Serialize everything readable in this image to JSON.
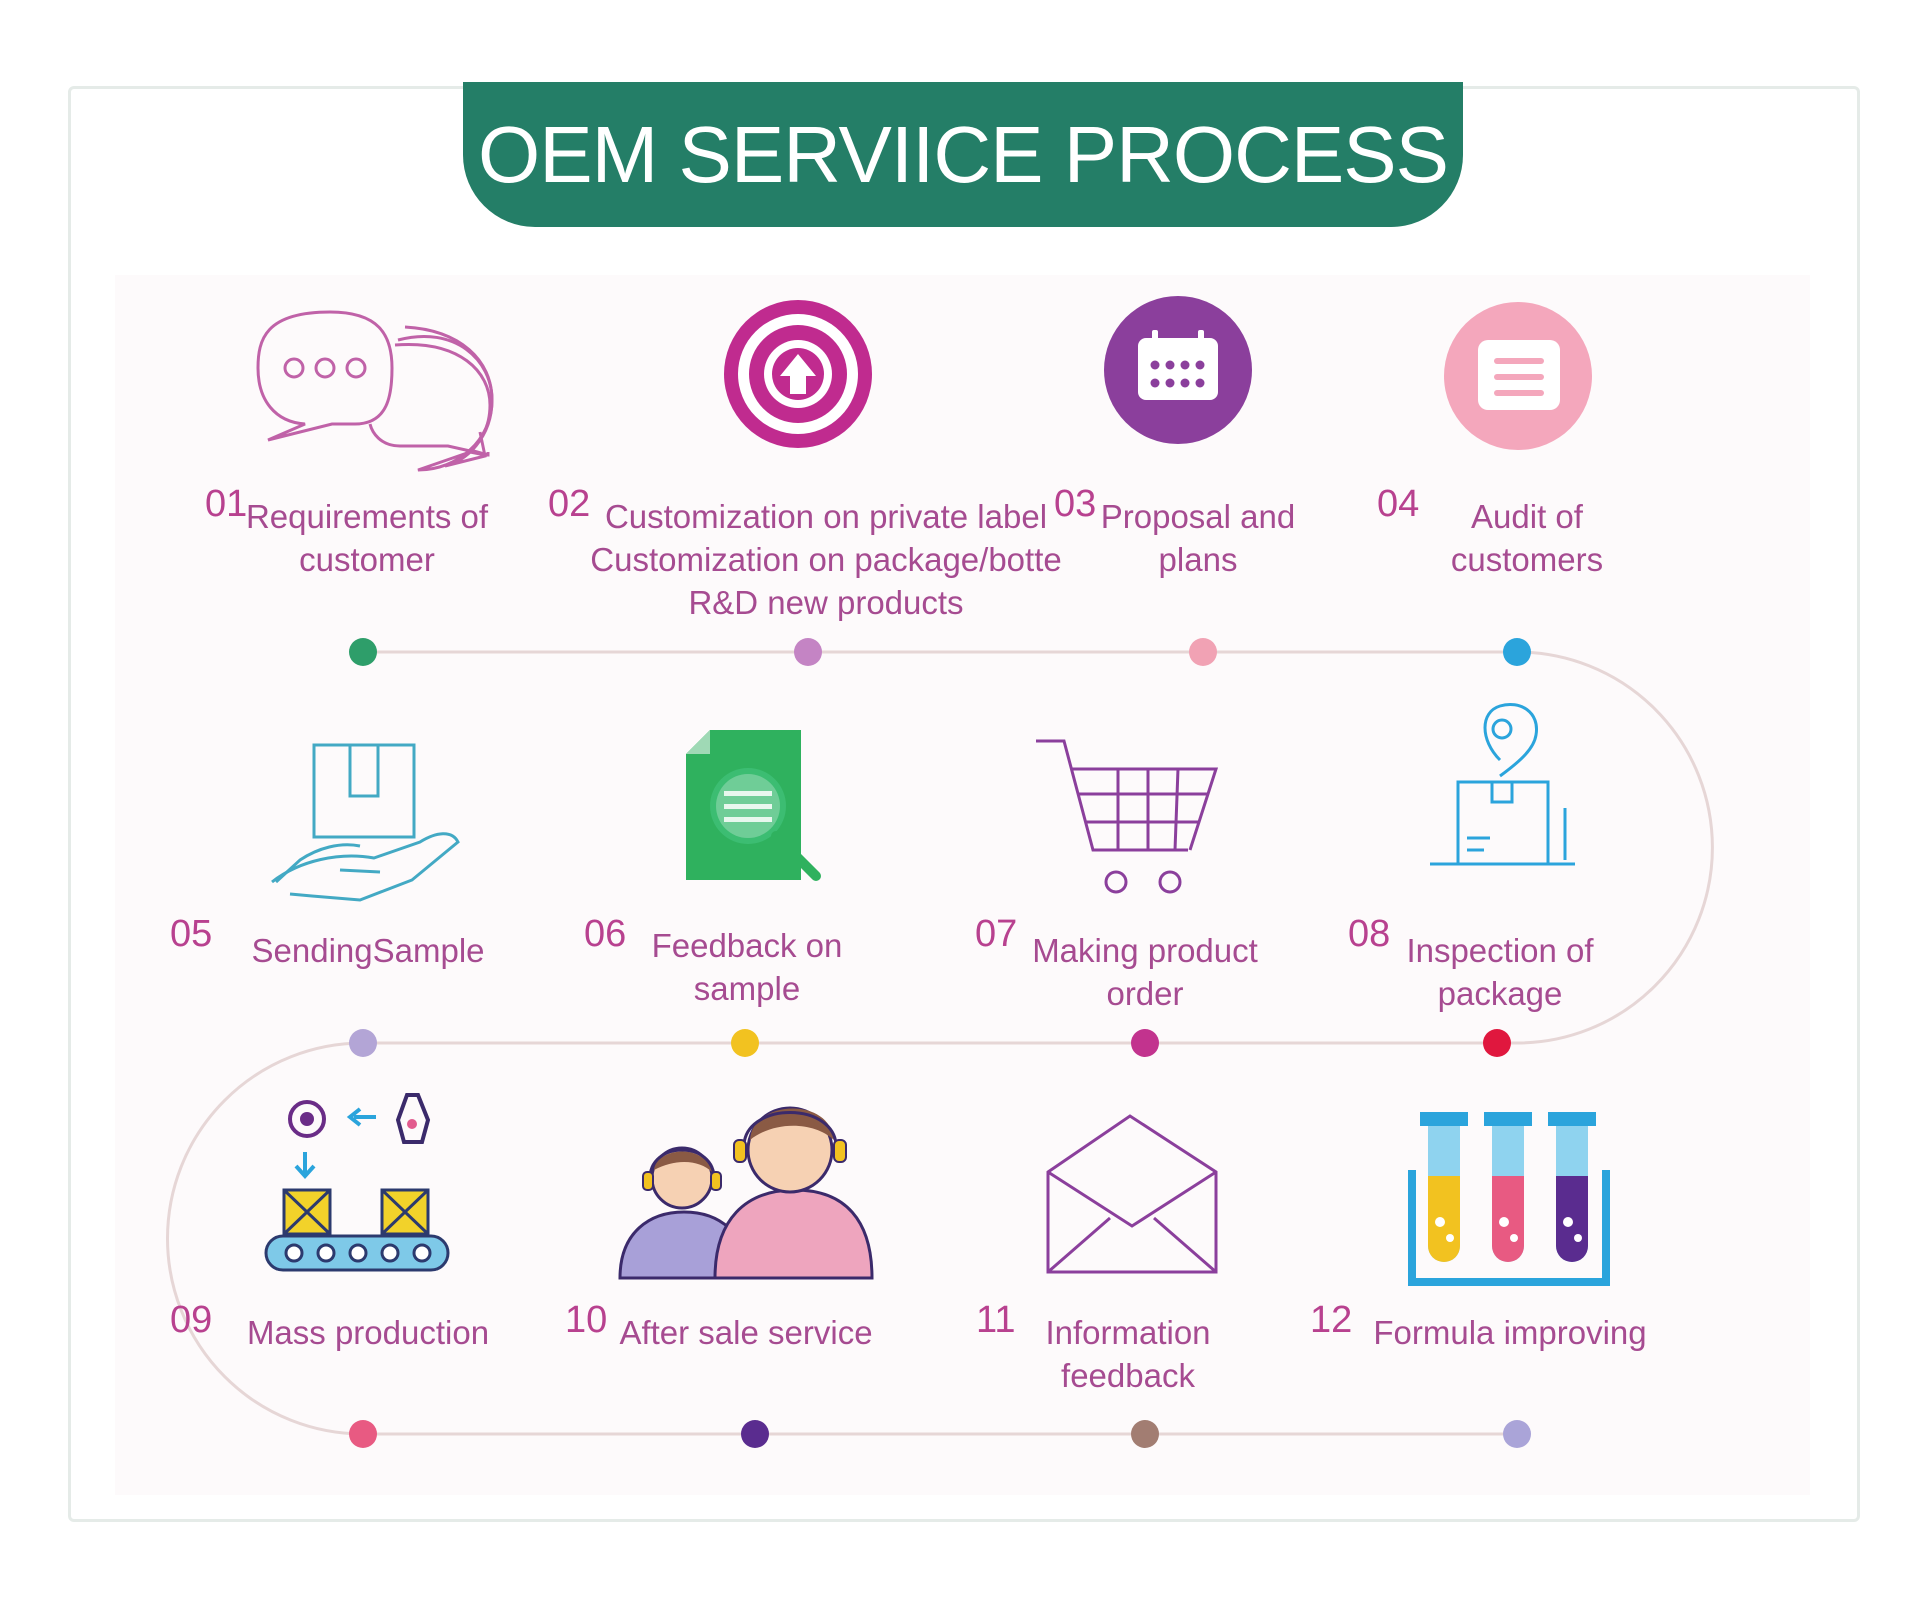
{
  "title": "OEM SERVIICE PROCESS",
  "colors": {
    "banner": "#247e67",
    "step_text": "#a64b91",
    "track": "#e6d6d6"
  },
  "steps": [
    {
      "num": "01",
      "label": [
        "Requirements of",
        "customer"
      ],
      "icon": "chat-bubbles-icon",
      "dot_color": "#2e9e6a"
    },
    {
      "num": "02",
      "label": [
        "Customization on private label",
        "Customization on package/botte",
        "R&D new products"
      ],
      "icon": "upload-arrow-icon",
      "dot_color": "#c484c4"
    },
    {
      "num": "03",
      "label": [
        "Proposal and",
        "plans"
      ],
      "icon": "calendar-icon",
      "dot_color": "#f1a2b4"
    },
    {
      "num": "04",
      "label": [
        "Audit of",
        "customers"
      ],
      "icon": "checklist-icon",
      "dot_color": "#2ba4dc"
    },
    {
      "num": "05",
      "label": [
        "SendingSample"
      ],
      "icon": "hand-package-icon",
      "dot_color": "#b3a5d6"
    },
    {
      "num": "06",
      "label": [
        "Feedback on",
        "sample"
      ],
      "icon": "document-search-icon",
      "dot_color": "#f2c220"
    },
    {
      "num": "07",
      "label": [
        "Making product",
        "order"
      ],
      "icon": "shopping-cart-icon",
      "dot_color": "#c2338e"
    },
    {
      "num": "08",
      "label": [
        "Inspection of",
        "package"
      ],
      "icon": "package-location-icon",
      "dot_color": "#e0173e"
    },
    {
      "num": "09",
      "label": [
        "Mass production"
      ],
      "icon": "conveyor-production-icon",
      "dot_color": "#e85a82"
    },
    {
      "num": "10",
      "label": [
        "After sale service"
      ],
      "icon": "support-agents-icon",
      "dot_color": "#5a2c8f"
    },
    {
      "num": "11",
      "label": [
        "Information",
        "feedback"
      ],
      "icon": "envelope-icon",
      "dot_color": "#a27d72"
    },
    {
      "num": "12",
      "label": [
        "Formula improving"
      ],
      "icon": "test-tubes-icon",
      "dot_color": "#aaa4d8"
    }
  ]
}
